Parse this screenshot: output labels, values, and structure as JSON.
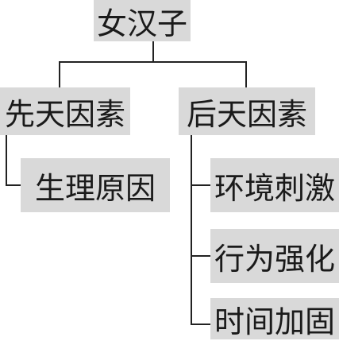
{
  "diagram": {
    "root": {
      "label": "女汉子"
    },
    "branches": [
      {
        "label": "先天因素",
        "children": [
          "生理原因"
        ]
      },
      {
        "label": "后天因素",
        "children": [
          "环境刺激",
          "行为强化",
          "时间加固"
        ]
      }
    ],
    "colors": {
      "node_fill": "#d9d9d9",
      "line": "#222222",
      "text": "#1a1a1a"
    }
  }
}
